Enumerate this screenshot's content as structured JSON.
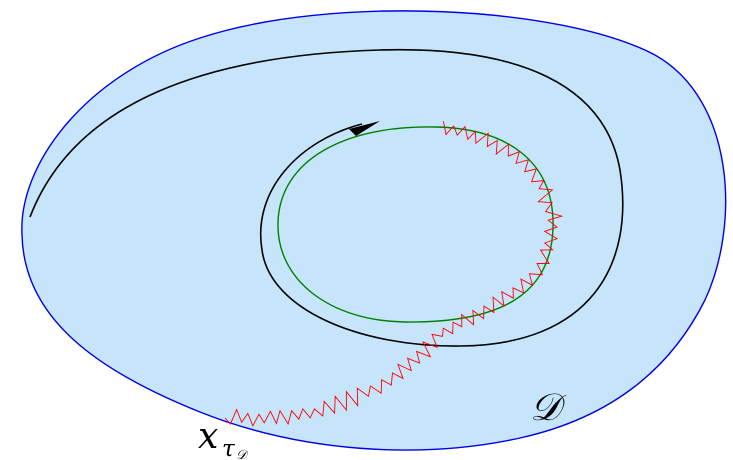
{
  "labels": {
    "domain": "𝒟",
    "exit_point_base": "x",
    "exit_point_sub": "τ",
    "exit_point_subsub": "𝒟"
  },
  "colors": {
    "domain_fill": "#c6e5fb",
    "domain_stroke": "#0000e6",
    "trajectory": "#000000",
    "limit_cycle": "#008000",
    "noisy_path": "#ff0000",
    "arrow": "#000000"
  }
}
